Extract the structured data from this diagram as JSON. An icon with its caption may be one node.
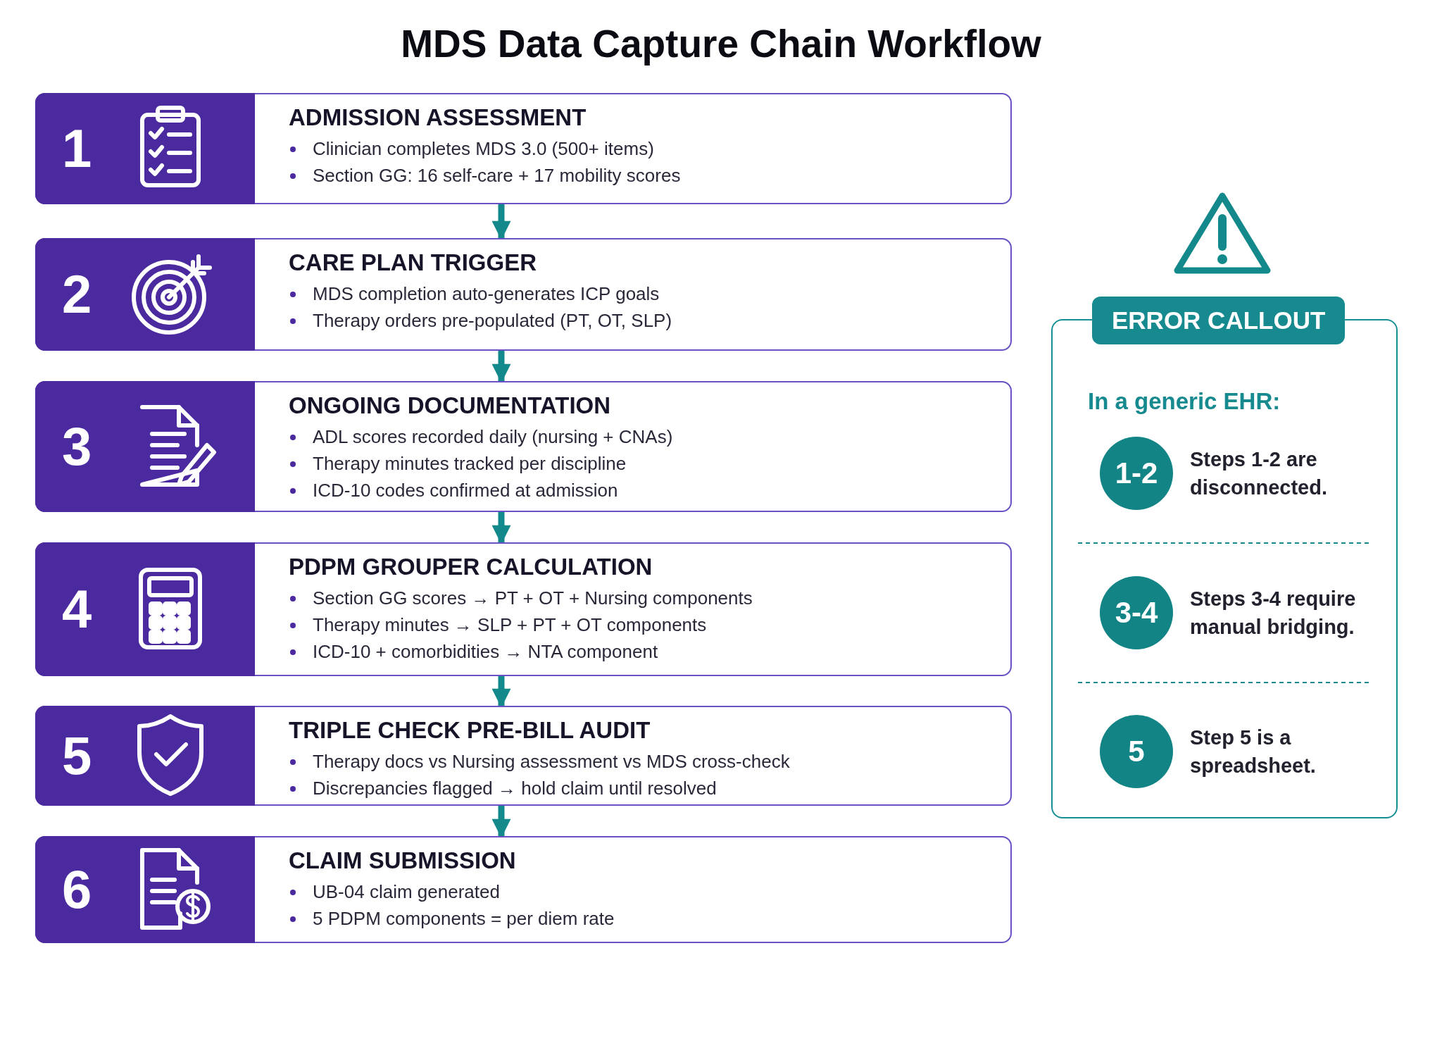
{
  "diagram": {
    "title": "MDS Data Capture Chain Workflow",
    "nodes": [
      {
        "text": [
          "1",
          "ADMISSION ASSESSMENT",
          "Clinician completes MDS 3.0 (500+ items)",
          "Section GG: 16 self-care + 17 mobility scores"
        ]
      },
      {
        "text": [
          "2",
          "CARE PLAN TRIGGER",
          "MDS completion auto-generates ICP goals",
          "Therapy orders pre-populated (PT, OT, SLP)"
        ]
      },
      {
        "text": [
          "3",
          "ONGOING DOCUMENTATION",
          "ADL scores recorded daily (nursing + CNAs)",
          "Therapy minutes tracked per discipline",
          "ICD-10 codes confirmed at admission"
        ]
      },
      {
        "text": [
          "4",
          "PDPM GROUPER CALCULATION",
          "Section GG scores → PT + OT + Nursing components",
          "Therapy minutes → SLP + PT + OT components",
          "ICD-10 + comorbidities → NTA component"
        ]
      },
      {
        "text": [
          "5",
          "TRIPLE CHECK PRE-BILL AUDIT",
          "Therapy docs vs Nursing assessment vs MDS cross-check",
          "Discrepancies flagged → hold claim until resolved"
        ]
      },
      {
        "text": [
          "6",
          "CLAIM SUBMISSION",
          "UB-04 claim generated",
          "5 PDPM components = per diem rate"
        ]
      },
      {
        "text": [
          "ERROR CALLOUT",
          "In a generic EHR:"
        ]
      },
      {
        "text": [
          "1-2"
        ],
        "in": 6,
        "beside": [
          "Steps 1-2 are disconnected."
        ]
      },
      {
        "text": [
          "3-4"
        ],
        "in": 6,
        "beside": [
          "Steps 3-4 require manual bridging."
        ]
      },
      {
        "text": [
          "5"
        ],
        "in": 6,
        "beside": [
          "Step 5 is a spreadsheet."
        ]
      }
    ],
    "edges": [
      {
        "from": 0,
        "to": 1,
        "arrow": "to"
      },
      {
        "from": 1,
        "to": 2,
        "arrow": "to"
      },
      {
        "from": 2,
        "to": 3,
        "arrow": "to"
      },
      {
        "from": 3,
        "to": 4,
        "arrow": "to"
      },
      {
        "from": 4,
        "to": 5,
        "arrow": "to"
      }
    ]
  }
}
